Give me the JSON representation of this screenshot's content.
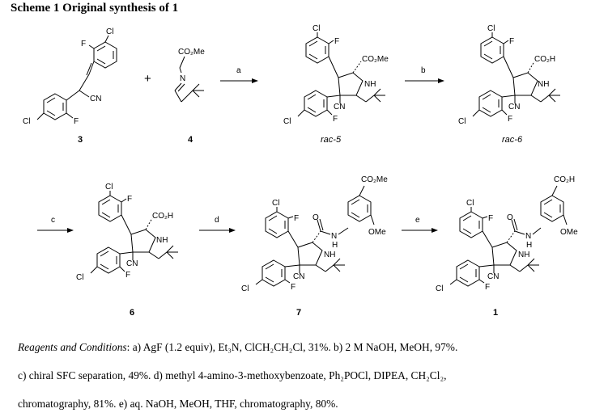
{
  "title": "Scheme 1 Original synthesis of 1",
  "atoms": {
    "Cl": "Cl",
    "F": "F",
    "CN": "CN",
    "N": "N",
    "NH": "NH",
    "H": "H",
    "OMe": "OMe",
    "CO2Me": "CO₂Me",
    "CO2H": "CO₂H"
  },
  "plus": "+",
  "compounds": {
    "c3": "3",
    "c4": "4",
    "rac5": "rac-5",
    "rac6": "rac-6",
    "c6": "6",
    "c7": "7",
    "c1": "1"
  },
  "arrows": {
    "a": "a",
    "b": "b",
    "c": "c",
    "d": "d",
    "e": "e"
  },
  "conditions": {
    "lead": "Reagents and Conditions",
    "line1": ": a) AgF (1.2 equiv), Et₃N, ClCH₂CH₂Cl, 31%. b) 2 M NaOH, MeOH, 97%.",
    "line2": "c) chiral SFC separation, 49%. d) methyl 4-amino-3-methoxybenzoate, Ph₂POCl, DIPEA, CH₂Cl₂,",
    "line3": "chromatography, 81%. e) aq. NaOH, MeOH, THF, chromatography, 80%."
  }
}
